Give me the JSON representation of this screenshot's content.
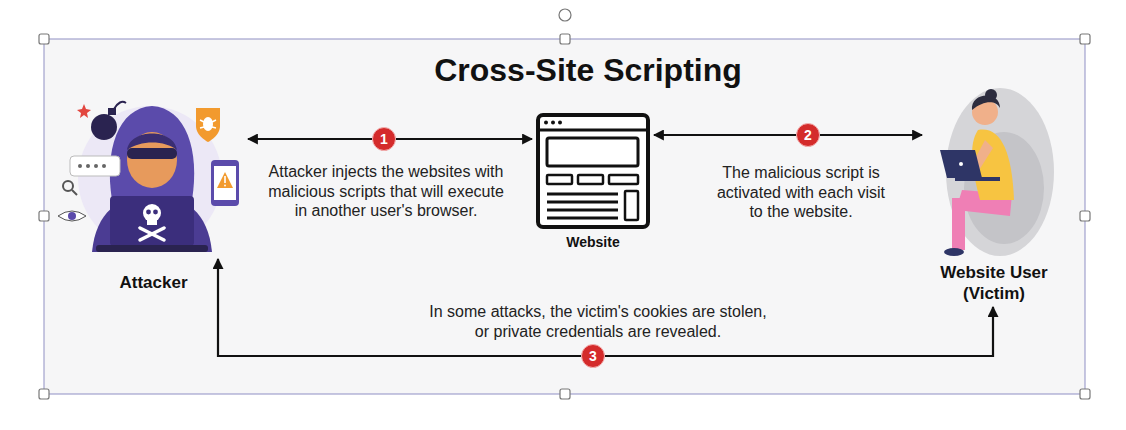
{
  "diagram": {
    "title": "Cross-Site Scripting",
    "nodes": [
      {
        "text": [
          "Attacker"
        ]
      },
      {
        "text": [
          "Website"
        ]
      },
      {
        "text": [
          "Website User (Victim)"
        ]
      }
    ],
    "edges": [
      {
        "from": 0,
        "to": 1,
        "arrow": "both",
        "label": "Attacker injects the websites with malicious scripts that will execute in another user's browser."
      },
      {
        "from": 1,
        "to": 2,
        "arrow": "both",
        "label": "The malicious script is activated with each visit to the website."
      },
      {
        "from": 0,
        "to": 2,
        "arrow": "both",
        "label": "In some attacks, the victim's cookies are stolen, or private credentials are revealed."
      }
    ],
    "labels": [
      "1",
      "2",
      "3"
    ]
  }
}
